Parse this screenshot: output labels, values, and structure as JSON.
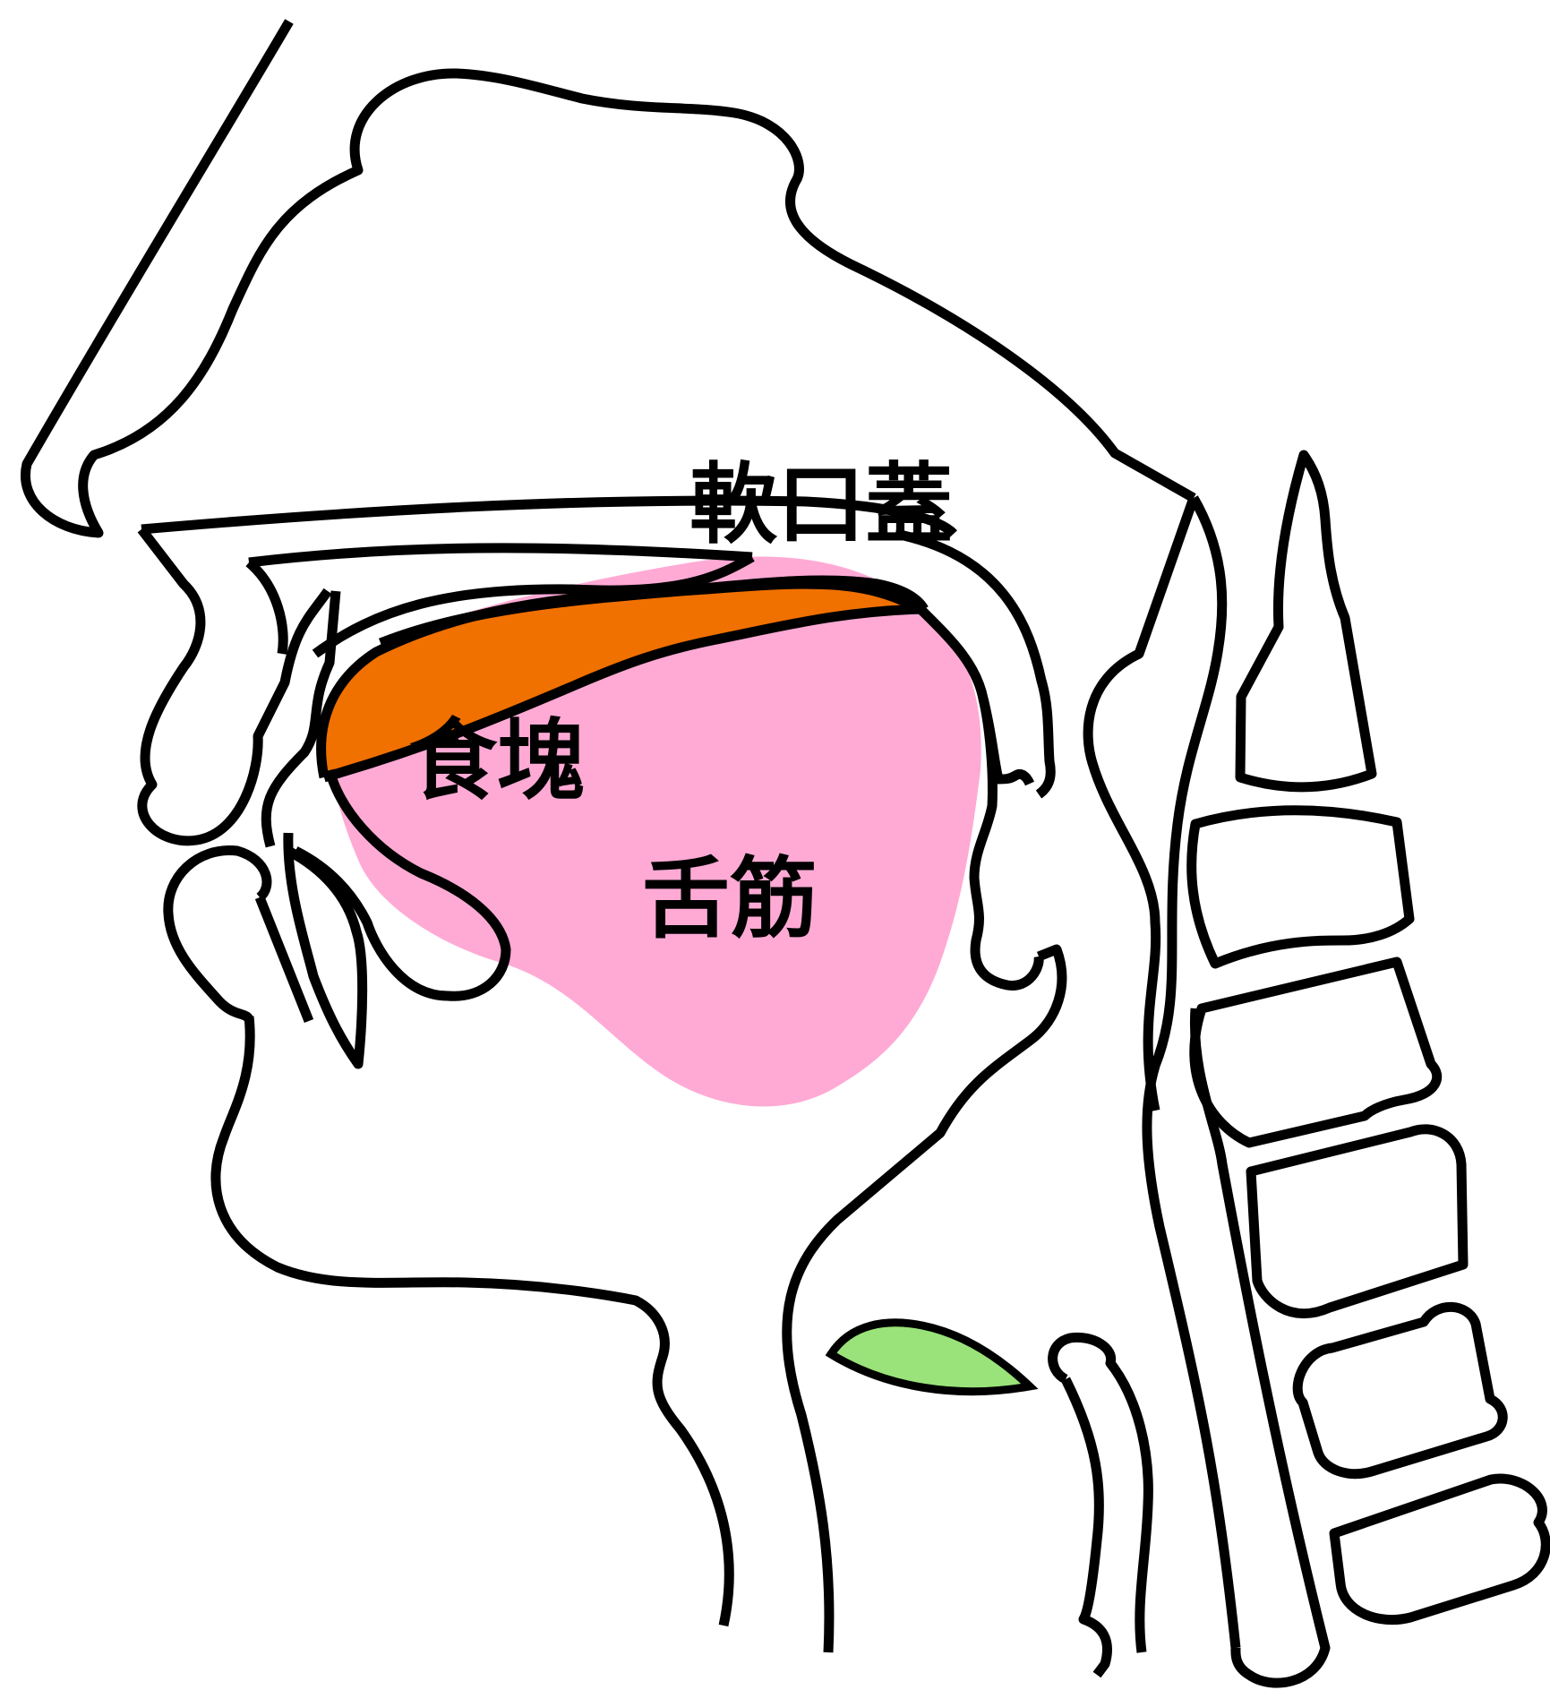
{
  "labels": {
    "soft_palate": "軟口蓋",
    "bolus": "食塊",
    "tongue": "舌筋"
  },
  "colors": {
    "tongue": "#ffaad5",
    "bolus": "#f07000",
    "hyoid": "#99e37a",
    "outline": "#000000",
    "background": "#ffffff"
  }
}
